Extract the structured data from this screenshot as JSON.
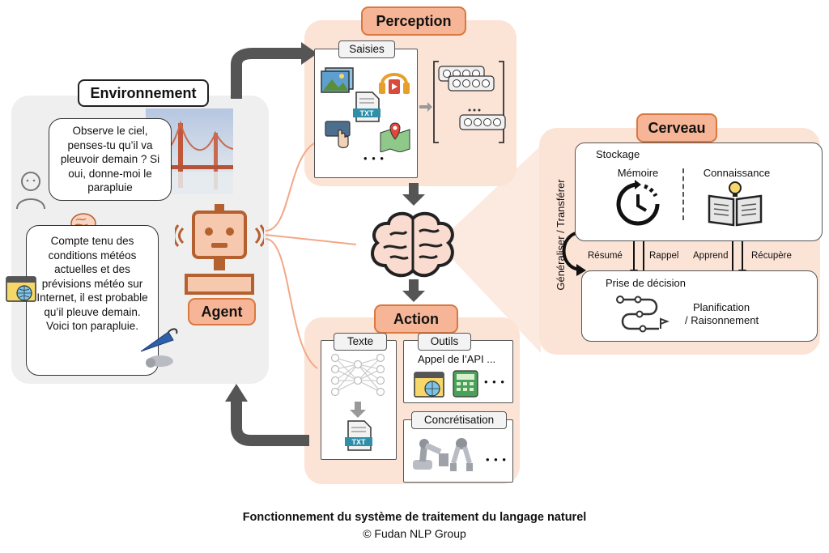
{
  "environment": {
    "title": "Environnement",
    "question": "Observe le ciel, penses-tu qu’il va pleuvoir demain ? Si oui, donne-moi le parapluie",
    "answer": "Compte tenu des conditions météos actuelles et des prévisions météo sur Internet, il est probable qu’il pleuve demain. Voici ton parapluie."
  },
  "agent": {
    "label": "Agent"
  },
  "perception": {
    "title": "Perception",
    "inputs_label": "Saisies",
    "ellipsis": "• • •"
  },
  "action": {
    "title": "Action",
    "text_label": "Texte",
    "tools_label": "Outils",
    "api_call": "Appel de l’API ...",
    "embodiment_label": "Concrétisation",
    "ellipsis": "• • •"
  },
  "brain": {
    "title": "Cerveau",
    "storage_label": "Stockage",
    "memory_label": "Mémoire",
    "knowledge_label": "Connaissance",
    "generalize_label": "Généraliser / Transférer",
    "summary_label": "Résumé",
    "recall_label": "Rappel",
    "learn_label": "Apprend",
    "retrieve_label": "Récupère",
    "decision_label": "Prise de décision",
    "planning_line1": "Planification",
    "planning_line2": "/ Raisonnement"
  },
  "txt_icon_label": "TXT",
  "caption": {
    "title": "Fonctionnement du système de traitement du langage naturel",
    "credit": "© Fudan NLP Group"
  },
  "colors": {
    "accent": "#f6b596",
    "accent_border": "#d9783f",
    "brown": "#b5602f",
    "panel_peach": "#fbe3d6",
    "panel_gray": "#efefef"
  }
}
